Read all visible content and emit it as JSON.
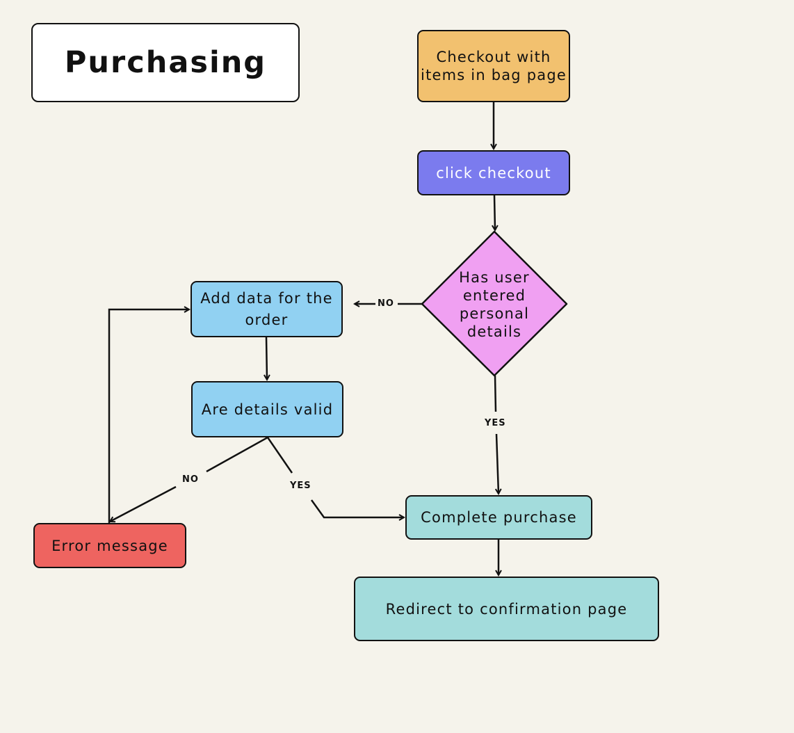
{
  "title": "Purchasing",
  "nodes": {
    "checkout_with_items": "Checkout with items in bag page",
    "click_checkout": "click checkout",
    "has_user_entered": "Has user entered personal details",
    "add_data": "Add data for the order",
    "are_details_valid": "Are details valid",
    "error_message": "Error message",
    "complete_purchase": "Complete purchase",
    "redirect": "Redirect to confirmation page"
  },
  "edge_labels": {
    "diamond_no": "NO",
    "diamond_yes": "YES",
    "valid_no": "NO",
    "valid_yes": "YES"
  },
  "colors": {
    "background": "#f5f3eb",
    "checkout": "#f2c16f",
    "click": "#7b7bee",
    "decision": "#f0a0f2",
    "data": "#91d1f2",
    "error": "#ee6460",
    "complete": "#a3dcdc"
  }
}
